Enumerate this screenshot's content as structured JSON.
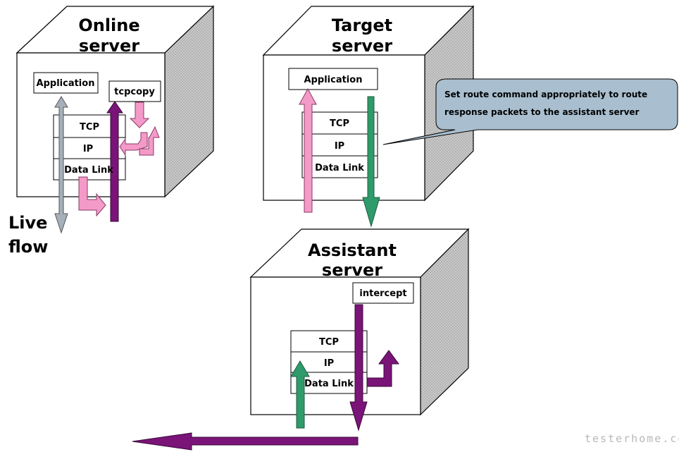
{
  "servers": {
    "online": {
      "title_line1": "Online",
      "title_line2": "server"
    },
    "target": {
      "title_line1": "Target",
      "title_line2": "server"
    },
    "assistant": {
      "title_line1": "Assistant",
      "title_line2": "server"
    }
  },
  "online": {
    "application": "Application",
    "tcpcopy": "tcpcopy",
    "layers": [
      "TCP",
      "IP",
      "Data Link"
    ]
  },
  "target": {
    "application": "Application",
    "layers": [
      "TCP",
      "IP",
      "Data Link"
    ]
  },
  "assistant": {
    "intercept": "intercept",
    "layers": [
      "TCP",
      "IP",
      "Data Link"
    ]
  },
  "live_flow": {
    "line1": "Live",
    "line2": "flow"
  },
  "callout": {
    "line1": "Set route command appropriately to route",
    "line2": "response packets to the assistant server"
  },
  "watermark": "testerhome.com",
  "colors": {
    "pink": "#f49ac8",
    "purple": "#7a1478",
    "green": "#2f9a6a",
    "gray": "#a6b0ba",
    "callout_fill": "#a9bfcf",
    "cube_side": "#c8c8c8"
  }
}
